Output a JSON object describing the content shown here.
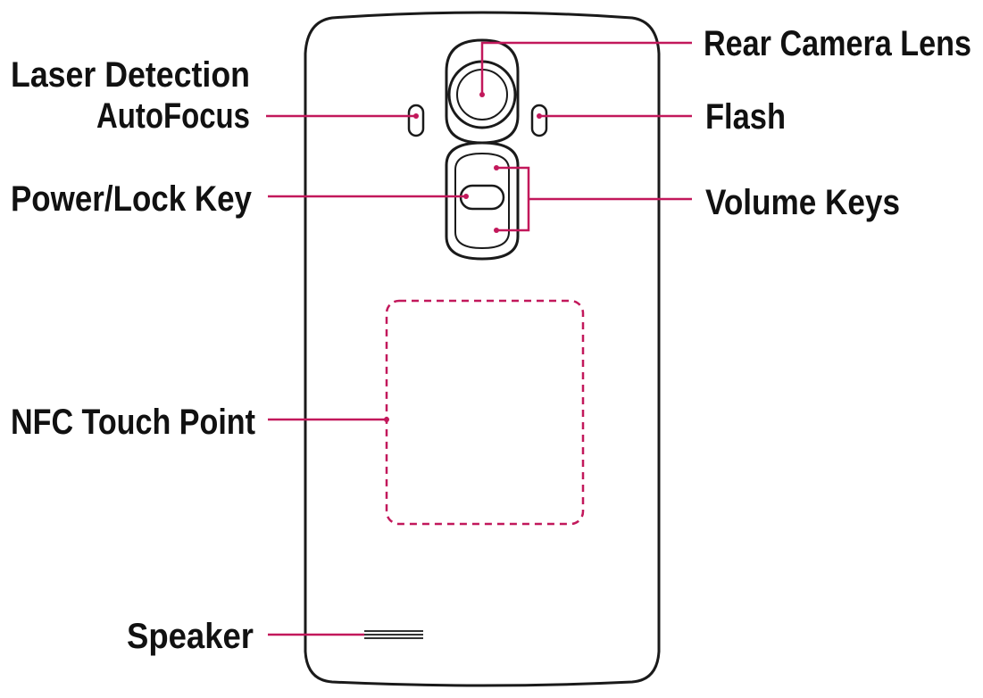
{
  "labels": {
    "rear_camera_lens": "Rear Camera Lens",
    "laser_af_line1": "Laser Detection",
    "laser_af_line2": "AutoFocus",
    "flash": "Flash",
    "power_lock_key": "Power/Lock Key",
    "volume_keys": "Volume Keys",
    "nfc_touch_point": "NFC Touch Point",
    "speaker": "Speaker"
  },
  "colors": {
    "outline": "#1a1a1a",
    "accent": "#c2185b",
    "text": "#111111"
  }
}
